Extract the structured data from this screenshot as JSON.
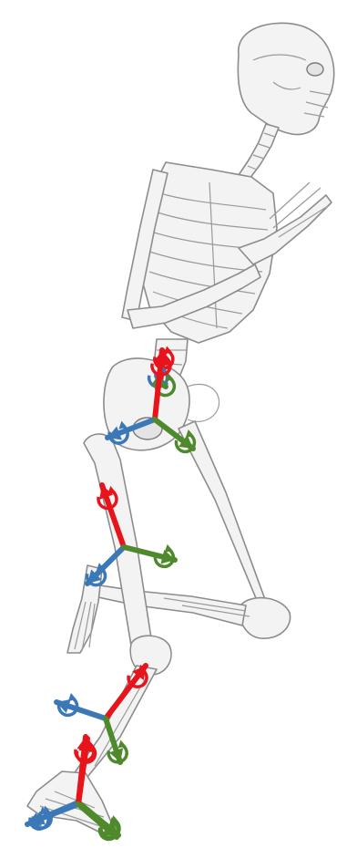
{
  "colors": {
    "x_axis": "#e8141c",
    "y_axis": "#3a78b8",
    "z_axis": "#4e8a2c",
    "bone_fill": "#f3f3f3",
    "bone_outline": "#8c8c8c"
  },
  "joints": [
    {
      "name": "lumbar-joint",
      "frame": "lumbar"
    },
    {
      "name": "hip-joint",
      "frame": "hip"
    },
    {
      "name": "knee-joint",
      "frame": "knee"
    },
    {
      "name": "ankle-joint",
      "frame": "ankle"
    },
    {
      "name": "metatarsophalangeal-joint",
      "frame": "mtp"
    }
  ]
}
